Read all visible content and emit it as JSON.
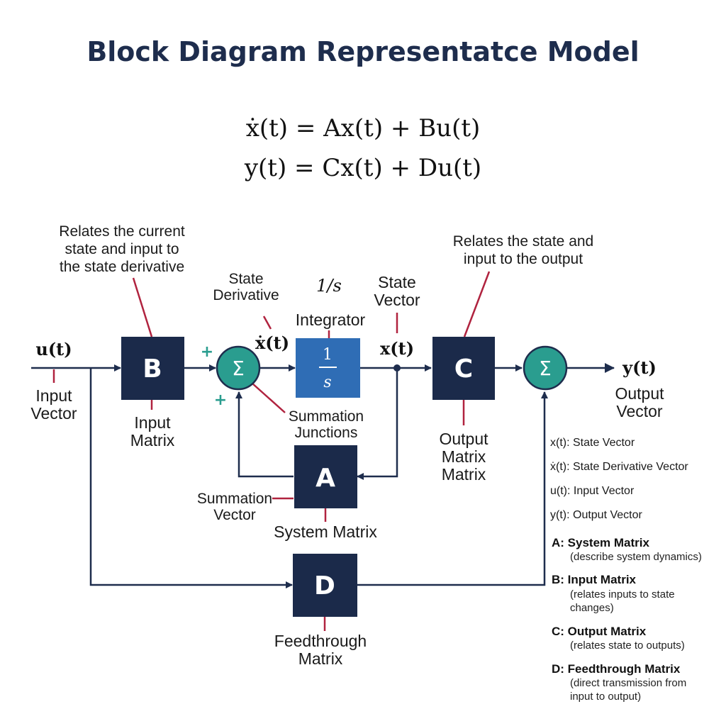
{
  "title": "Block Diagram Representatce Model",
  "equations": {
    "line1": "ẋ(t) = Ax(t) + Bu(t)",
    "line2": "y(t) = Cx(t) + Du(t)"
  },
  "signals": {
    "input": "u(t)",
    "state_derivative": "ẋ(t)",
    "state": "x(t)",
    "output": "y(t)",
    "integrator_top": "1/s"
  },
  "blocks": {
    "B": {
      "letter": "B",
      "label_lines": [
        "Input",
        "Matrix"
      ]
    },
    "A": {
      "letter": "A",
      "label_lines": [
        "System Matrix"
      ]
    },
    "C": {
      "letter": "C",
      "label_lines": [
        "Output",
        "Matrix",
        "Matrix"
      ]
    },
    "D": {
      "letter": "D",
      "label_lines": [
        "Feedthrough",
        "Matrix"
      ]
    },
    "integrator": {
      "numerator": "1",
      "denominator": "s",
      "label": "Integrator"
    },
    "sum_symbol": "Σ"
  },
  "annotations": {
    "b_note": [
      "Relates the current",
      "state and input to",
      "the state derivative"
    ],
    "c_note": [
      "Relates the state and",
      "input to the output"
    ],
    "state_derivative_label": [
      "State",
      "Derivative"
    ],
    "state_vector_label": [
      "State",
      "Vector"
    ],
    "summation_junctions": [
      "Summation",
      "Junctions"
    ],
    "summation_vector": [
      "Summation",
      "Vector"
    ],
    "input_vector": [
      "Input",
      "Vector"
    ],
    "output_vector": [
      "Output",
      "Vector"
    ],
    "plus_sign": "+"
  },
  "legend": {
    "vectors": [
      "x(t): State Vector",
      "ẋ(t): State Derivative Vector",
      "u(t): Input Vector",
      "y(t): Output Vector"
    ],
    "matrices": [
      {
        "name": "A: System Matrix",
        "desc": [
          "(describe system dynamics)"
        ]
      },
      {
        "name": "B: Input Matrix",
        "desc": [
          "(relates inputs to state",
          "changes)"
        ]
      },
      {
        "name": "C: Output Matrix",
        "desc": [
          "(relates state to outputs)"
        ]
      },
      {
        "name": "D: Feedthrough Matrix",
        "desc": [
          "(direct transmission from",
          "input to output)"
        ]
      }
    ]
  },
  "colors": {
    "block_navy": "#1b2a4a",
    "integrator_blue": "#2f6db5",
    "sum_teal": "#2a9d8f",
    "lead_red": "#b0233f",
    "title_navy": "#1e2d4d"
  }
}
